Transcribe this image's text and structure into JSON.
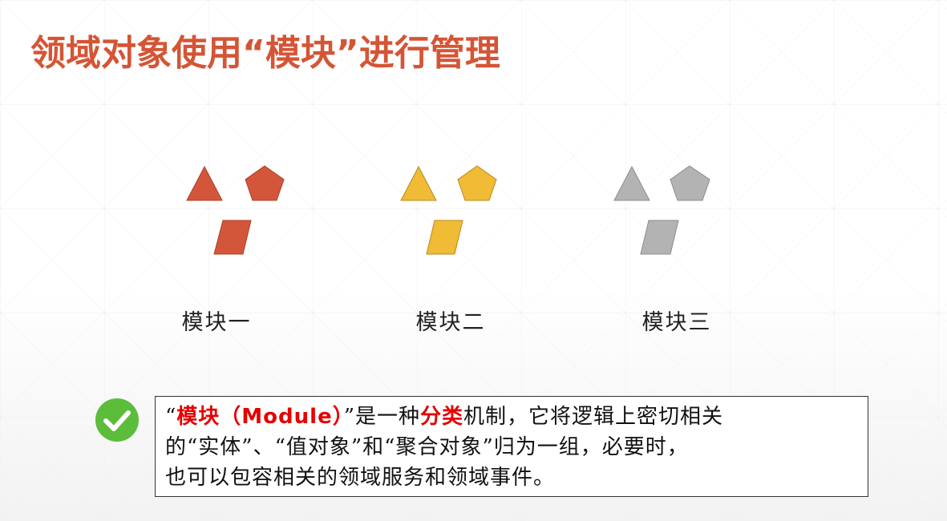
{
  "title": "领域对象使用“模块”进行管理",
  "modules": [
    {
      "label": "模块一",
      "color": "#d4563a",
      "stroke": "#a84026"
    },
    {
      "label": "模块二",
      "color": "#f0bb35",
      "stroke": "#b8891d"
    },
    {
      "label": "模块三",
      "color": "#b3b3b3",
      "stroke": "#8c8c8c"
    }
  ],
  "check_icon": "check-circle-icon",
  "description": {
    "open_quote": "“",
    "term": "模块（Module）",
    "after_term": "”是一种",
    "keyword": "分类",
    "line1_rest": "机制，它将逻辑上密切相关",
    "line2": "的“实体”、“值对象”和“聚合对象”归为一组，必要时，",
    "line3": "也可以包容相关的领域服务和领域事件。"
  }
}
